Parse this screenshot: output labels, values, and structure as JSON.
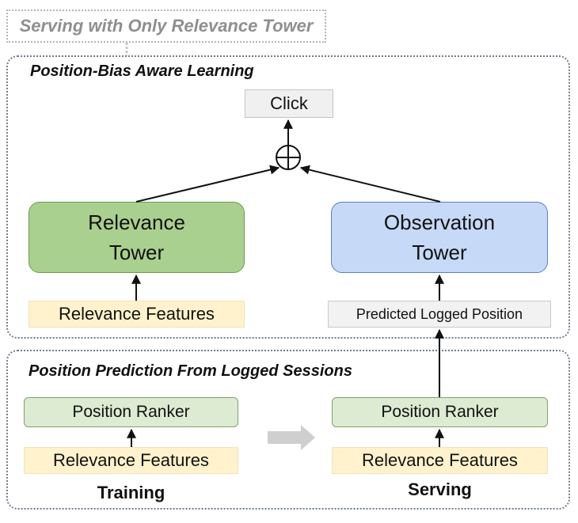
{
  "serving_note": "Serving with Only Relevance Tower",
  "top_panel": {
    "title": "Position-Bias Aware Learning",
    "click_label": "Click",
    "relevance_tower": {
      "line1": "Relevance",
      "line2": "Tower"
    },
    "observation_tower": {
      "line1": "Observation",
      "line2": "Tower"
    },
    "relevance_features": "Relevance Features",
    "predicted_position": "Predicted Logged Position"
  },
  "bottom_panel": {
    "title": "Position Prediction From Logged Sessions",
    "training": {
      "ranker_label": "Position Ranker",
      "features_label": "Relevance Features",
      "caption": "Training"
    },
    "serving": {
      "ranker_label": "Position Ranker",
      "features_label": "Relevance Features",
      "caption": "Serving"
    }
  },
  "colors": {
    "relevance_tower": "#a9d08e",
    "observation_tower": "#c6d9f7",
    "features": "#fff2cc",
    "ranker": "#dcebd2"
  }
}
